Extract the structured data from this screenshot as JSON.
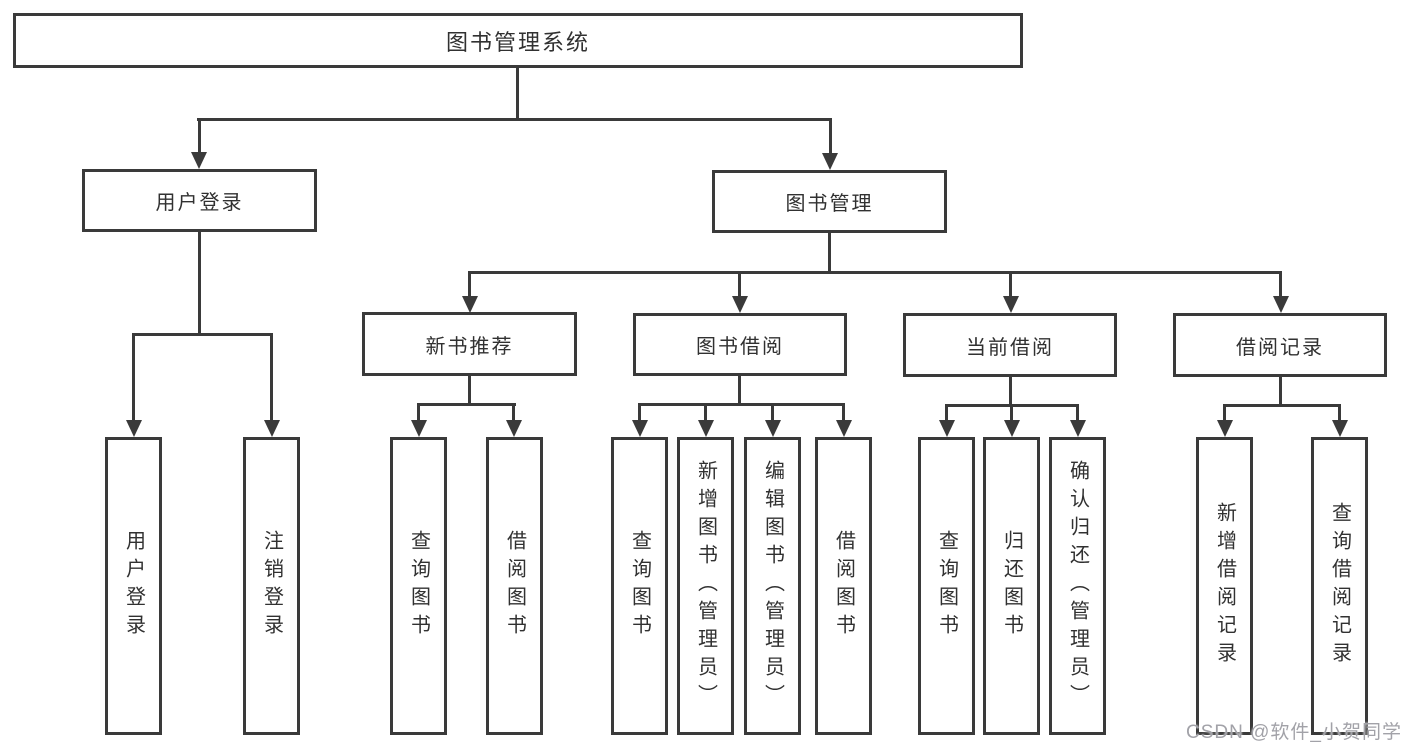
{
  "page": {
    "background_color": "#ffffff",
    "line_color": "#3a3a3a",
    "text_color": "#313131"
  },
  "watermark": {
    "text": "CSDN @软件_小贺同学",
    "color": "#a2a2a8"
  },
  "diagram": {
    "root": {
      "label": "图书管理系统"
    },
    "level2": [
      {
        "label": "用户登录"
      },
      {
        "label": "图书管理"
      }
    ],
    "level3": [
      {
        "label": "新书推荐"
      },
      {
        "label": "图书借阅"
      },
      {
        "label": "当前借阅"
      },
      {
        "label": "借阅记录"
      }
    ],
    "leaves": [
      {
        "label": "用户登录"
      },
      {
        "label": "注销登录"
      },
      {
        "label": "查询图书"
      },
      {
        "label": "借阅图书"
      },
      {
        "label": "查询图书"
      },
      {
        "label": "新增图书（管理员）"
      },
      {
        "label": "编辑图书（管理员）"
      },
      {
        "label": "借阅图书"
      },
      {
        "label": "查询图书"
      },
      {
        "label": "归还图书"
      },
      {
        "label": "确认归还（管理员）"
      },
      {
        "label": "新增借阅记录"
      },
      {
        "label": "查询借阅记录"
      }
    ]
  }
}
